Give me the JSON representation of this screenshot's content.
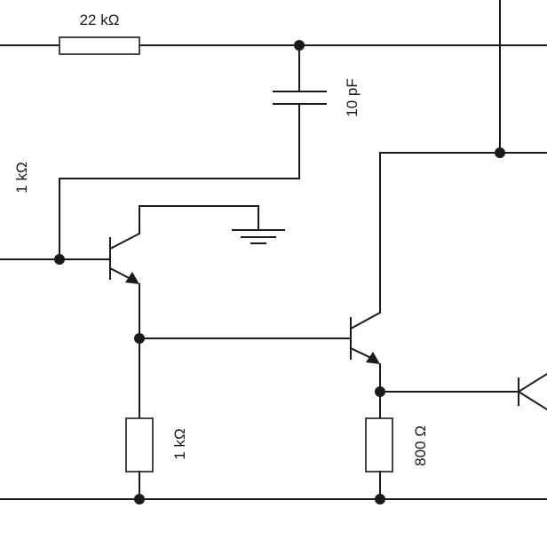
{
  "labels": {
    "r_feedback": "22 kΩ",
    "c_feedback": "10 pF",
    "r_input": "1 kΩ",
    "r_emitter1": "1 kΩ",
    "r_emitter2": "800 Ω"
  },
  "colors": {
    "ink": "#1a1a1a",
    "background": "#ffffff"
  }
}
